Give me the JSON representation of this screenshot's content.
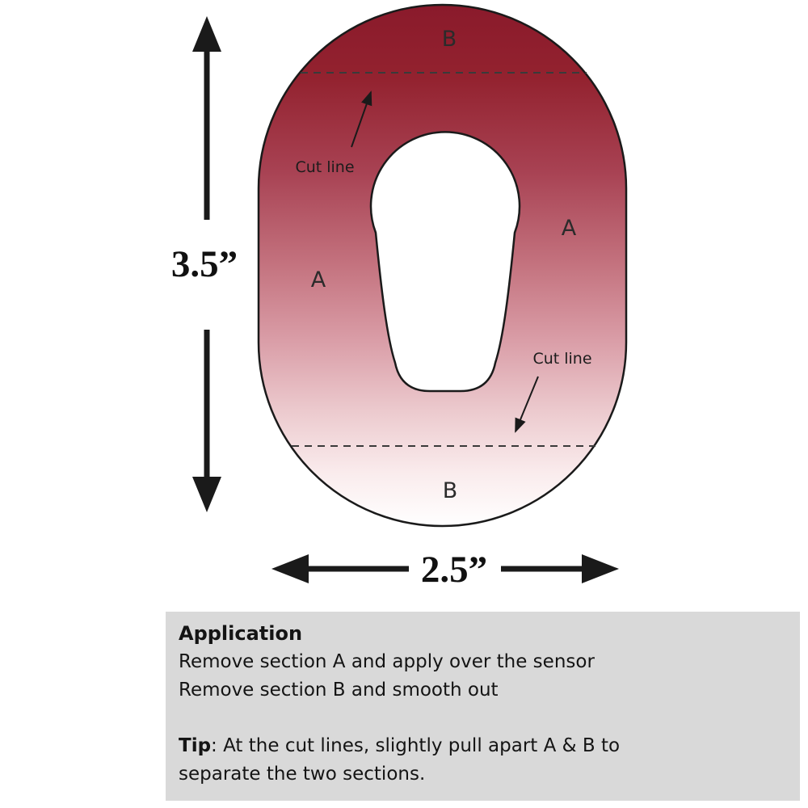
{
  "diagram": {
    "labels": {
      "section_b_top": "B",
      "section_a_right": "A",
      "section_a_left": "A",
      "section_b_bottom": "B",
      "cut_line_top": "Cut line",
      "cut_line_bottom": "Cut line"
    },
    "dimensions": {
      "height": "3.5”",
      "width": "2.5”"
    },
    "colors": {
      "patch_dark_red": "#8a1a2b",
      "patch_mid_red": "#a84253",
      "patch_pink": "#d99ca6",
      "patch_light": "#ffffff",
      "outline": "#1a1a1a",
      "instructions_bg": "#d9d9d9"
    }
  },
  "instructions": {
    "title": "Application",
    "line1": "Remove section A and apply over the sensor",
    "line2": "Remove section B and smooth out",
    "tip_label": "Tip",
    "tip_text": ": At the cut lines, slightly pull apart A & B to",
    "tip_text2": "separate the two sections."
  }
}
